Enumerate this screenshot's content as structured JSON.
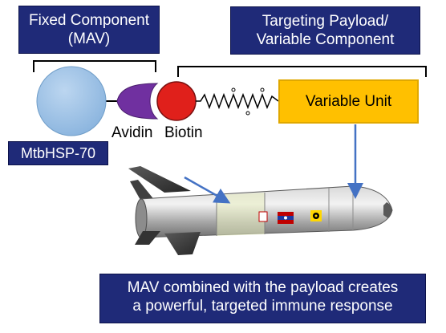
{
  "labels": {
    "fixed_component_line1": "Fixed Component",
    "fixed_component_line2": "(MAV)",
    "targeting_line1": "Targeting Payload/",
    "targeting_line2": "Variable Component",
    "variable_unit": "Variable Unit",
    "avidin": "Avidin",
    "biotin": "Biotin",
    "mtbhsp70": "MtbHSP-70",
    "message_line1": "MAV combined with the payload creates",
    "message_line2": "a powerful, targeted immune response"
  },
  "colors": {
    "label_box": "#1f2a78",
    "hsp70_circle": "#9dc3e6",
    "avidin": "#7030a0",
    "biotin": "#e0201b",
    "variable_unit": "#ffc000",
    "arrow": "#4472c4"
  },
  "icons": [
    "missile-illustration",
    "flag-decal",
    "radiation-icon",
    "biohazard-icon"
  ]
}
